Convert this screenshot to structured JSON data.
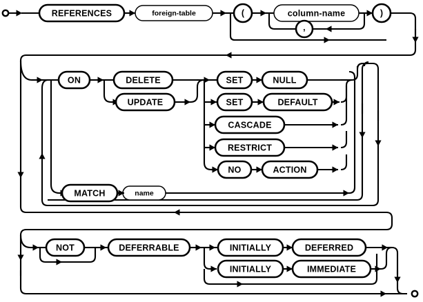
{
  "diagram": {
    "name": "references-clause-railroad-diagram",
    "type": "railroad-syntax-diagram",
    "title": "REFERENCES foreign key clause",
    "colors": {
      "background": "#ffffff",
      "stroke": "#000000",
      "fill": "#ffffff"
    },
    "start_marker": "circle-terminator",
    "end_marker": "circle-terminator"
  },
  "nodes": {
    "references": {
      "label": "REFERENCES",
      "kind": "terminal"
    },
    "foreign_table": {
      "label": "foreign-table",
      "kind": "nonterminal"
    },
    "lparen": {
      "label": "(",
      "kind": "terminal"
    },
    "column_name": {
      "label": "column-name",
      "kind": "nonterminal"
    },
    "comma": {
      "label": ",",
      "kind": "terminal"
    },
    "rparen": {
      "label": ")",
      "kind": "terminal"
    },
    "on": {
      "label": "ON",
      "kind": "terminal"
    },
    "delete": {
      "label": "DELETE",
      "kind": "terminal"
    },
    "update": {
      "label": "UPDATE",
      "kind": "terminal"
    },
    "set1": {
      "label": "SET",
      "kind": "terminal"
    },
    "null": {
      "label": "NULL",
      "kind": "terminal"
    },
    "set2": {
      "label": "SET",
      "kind": "terminal"
    },
    "default": {
      "label": "DEFAULT",
      "kind": "terminal"
    },
    "cascade": {
      "label": "CASCADE",
      "kind": "terminal"
    },
    "restrict": {
      "label": "RESTRICT",
      "kind": "terminal"
    },
    "no": {
      "label": "NO",
      "kind": "terminal"
    },
    "action": {
      "label": "ACTION",
      "kind": "terminal"
    },
    "match": {
      "label": "MATCH",
      "kind": "terminal"
    },
    "name": {
      "label": "name",
      "kind": "nonterminal"
    },
    "not": {
      "label": "NOT",
      "kind": "terminal"
    },
    "deferrable": {
      "label": "DEFERRABLE",
      "kind": "terminal"
    },
    "initially1": {
      "label": "INITIALLY",
      "kind": "terminal"
    },
    "deferred": {
      "label": "DEFERRED",
      "kind": "terminal"
    },
    "initially2": {
      "label": "INITIALLY",
      "kind": "terminal"
    },
    "immediate": {
      "label": "IMMEDIATE",
      "kind": "terminal"
    }
  },
  "rows": {
    "row1_label": "REFERENCES foreign-table ( column-name , ... )",
    "row2_label": "ON DELETE | UPDATE  action",
    "row3_label": "MATCH name",
    "row4_label": "NOT DEFERRABLE INITIALLY DEFERRED | IMMEDIATE"
  }
}
